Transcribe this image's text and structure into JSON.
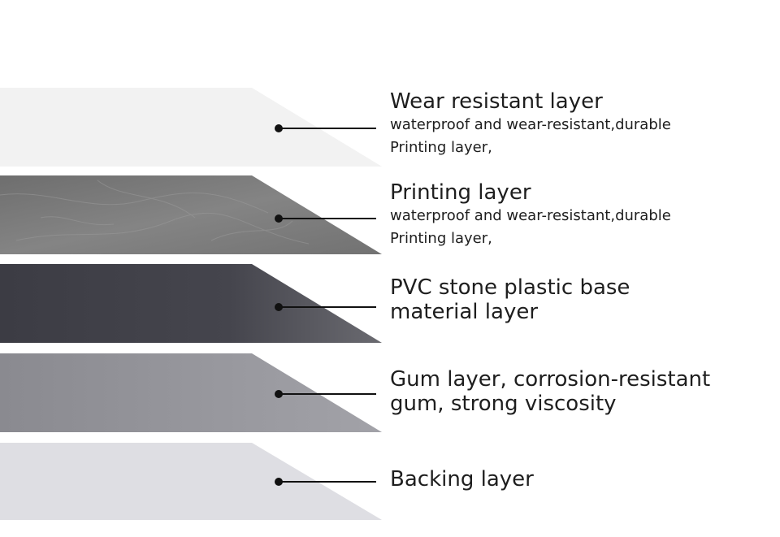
{
  "layers": [
    {
      "title_lines": [
        "Wear resistant layer"
      ],
      "sub_lines": [
        "waterproof and wear-resistant,durable",
        "Printing layer,"
      ],
      "color": "#f3f3f3"
    },
    {
      "title_lines": [
        "Printing layer"
      ],
      "sub_lines": [
        "waterproof and wear-resistant,durable",
        "Printing layer,"
      ],
      "color": "#7b7b7b"
    },
    {
      "title_lines": [
        "PVC stone plastic base",
        "material layer"
      ],
      "sub_lines": [],
      "color": "#4a4a52"
    },
    {
      "title_lines": [
        "Gum layer, corrosion-resistant",
        "gum, strong viscosity"
      ],
      "sub_lines": [],
      "color": "#939398"
    },
    {
      "title_lines": [
        "Backing layer"
      ],
      "sub_lines": [],
      "color": "#dedee3"
    }
  ]
}
